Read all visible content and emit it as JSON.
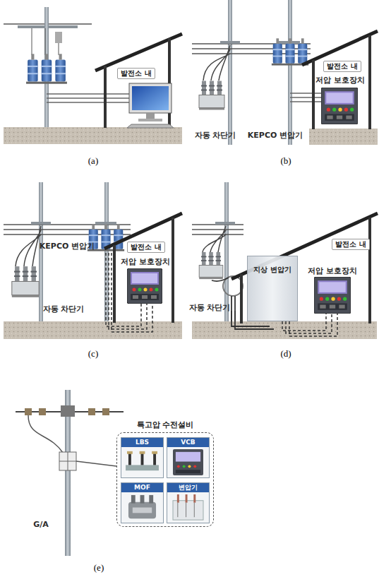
{
  "diagram": {
    "nodes": [
      {
        "text": [
          "발전소 내"
        ]
      },
      {
        "text": [
          "발전소 내"
        ]
      },
      {
        "text": [
          "발전소 내"
        ]
      },
      {
        "text": [
          "발전소 내"
        ]
      },
      {
        "text": [
          "지상 변압기"
        ]
      },
      {
        "text": [
          "특고압 수전설비"
        ]
      },
      {
        "text": [
          "LBS"
        ],
        "in": 5
      },
      {
        "text": [
          "VCB"
        ],
        "in": 5
      },
      {
        "text": [
          "MOF"
        ],
        "in": 5
      },
      {
        "text": [
          "변압기"
        ],
        "in": 5
      }
    ],
    "labels": [
      "(a)",
      "자동 차단기",
      "KEPCO 변압기",
      "저압 보호장치",
      "(b)",
      "KEPCO 변압기",
      "저압 보호장치",
      "자동 차단기",
      "(c)",
      "자동 차단기",
      "저압 보호장치",
      "(d)",
      "G/A",
      "(e)"
    ]
  }
}
